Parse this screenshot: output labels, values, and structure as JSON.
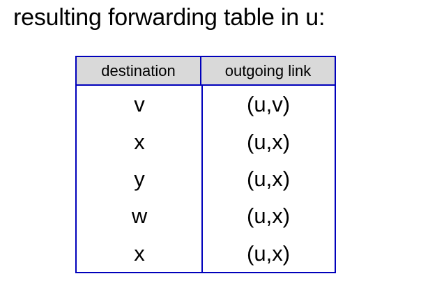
{
  "slide": {
    "title": "resulting forwarding table in u:",
    "background_color": "#ffffff",
    "text_color": "#000000"
  },
  "table": {
    "name": "forwarding-table",
    "border_color": "#0000bb",
    "header_background": "#d9d9d9",
    "columns": [
      {
        "key": "destination",
        "header": "destination"
      },
      {
        "key": "outgoing_link",
        "header": "outgoing link"
      }
    ],
    "rows": [
      {
        "destination": "v",
        "outgoing_link": "(u,v)"
      },
      {
        "destination": "x",
        "outgoing_link": "(u,x)"
      },
      {
        "destination": "y",
        "outgoing_link": "(u,x)"
      },
      {
        "destination": "w",
        "outgoing_link": "(u,x)"
      },
      {
        "destination": "x",
        "outgoing_link": "(u,x)"
      }
    ]
  }
}
